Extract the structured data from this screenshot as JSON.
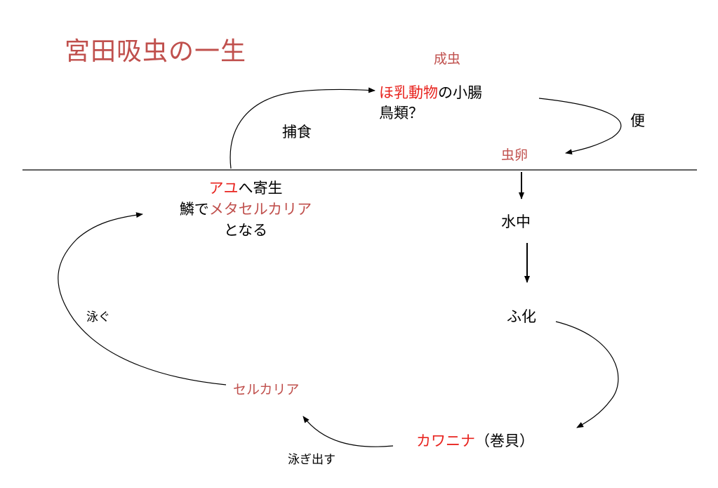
{
  "title": "宮田吸虫の一生",
  "colors": {
    "accent": "#c0504d",
    "highlight": "#e8241f",
    "line": "#000000"
  },
  "stages": {
    "adult": "成虫",
    "host_main_red": "ほ乳動物",
    "host_main_rest": "の小腸",
    "host_alt": "鳥類？",
    "feces": "便",
    "egg": "虫卵",
    "water": "水中",
    "hatch": "ふ化",
    "snail_red": "カワニナ",
    "snail_rest": "（巻貝）",
    "swim_out": "泳ぎ出す",
    "cercaria": "セルカリア",
    "swim": "泳ぐ",
    "ayu_red": "アユ",
    "ayu_rest": "へ寄生",
    "scale_prefix": "鱗で",
    "metacercaria": "メタセルカリア",
    "become": "となる",
    "predation": "捕食"
  }
}
